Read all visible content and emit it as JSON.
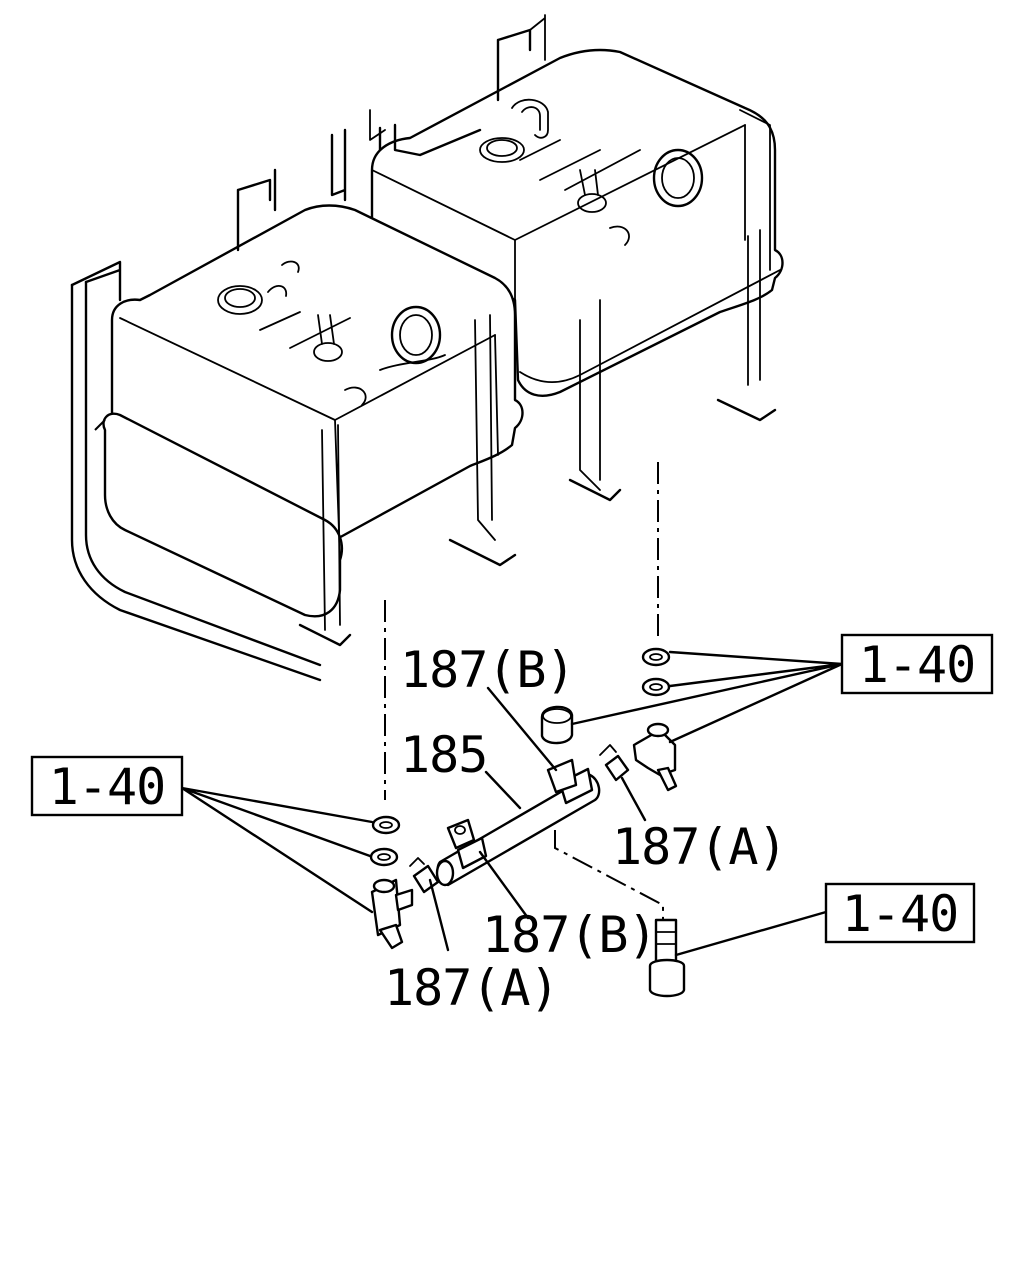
{
  "callouts": {
    "ref_right_top": "1-40",
    "ref_left": "1-40",
    "ref_right_bottom": "1-40",
    "p187b_top": "187(B)",
    "p185": "185",
    "p187a_right": "187(A)",
    "p187b_bottom": "187(B)",
    "p187a_bottom": "187(A)"
  }
}
